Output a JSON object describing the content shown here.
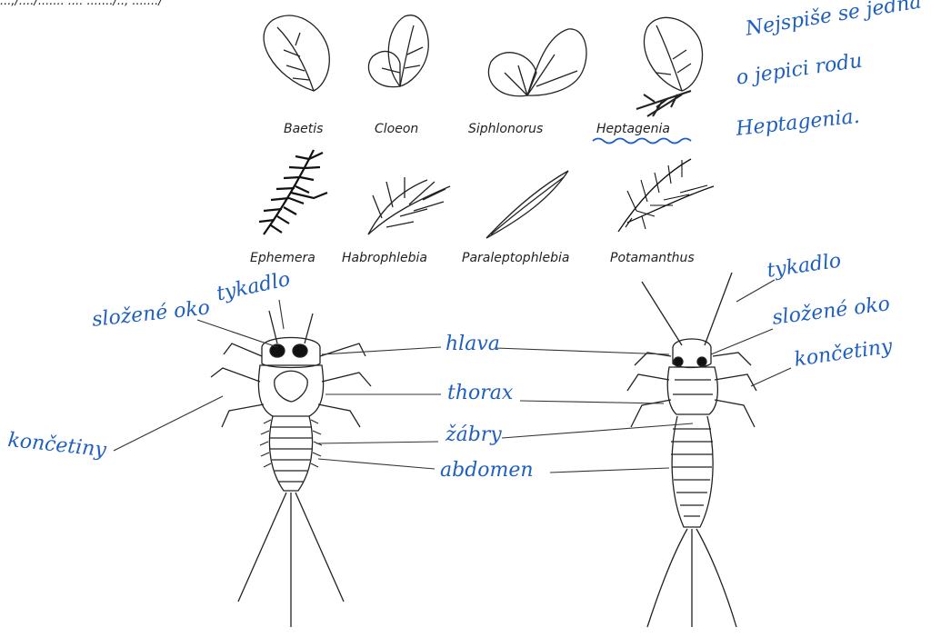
{
  "top_caption": "...,/..../....... .... ......./.., ......./",
  "note": {
    "line1": "Nejspiše se jedná",
    "line2": "o jepici rodu",
    "line3": "Heptagenia."
  },
  "genera_row1": [
    "Baetis",
    "Cloeon",
    "Siphlonorus",
    "Heptagenia"
  ],
  "genera_row2": [
    "Ephemera",
    "Habrophlebia",
    "Paraleptophlebia",
    "Potamanthus"
  ],
  "labels_left": {
    "tykadlo": "tykadlo",
    "slozene_oko": "složené oko",
    "koncetiny": "končetiny"
  },
  "labels_center": {
    "hlava": "hlava",
    "thorax": "thorax",
    "zabry": "žábry",
    "abdomen": "abdomen"
  },
  "labels_right": {
    "tykadlo": "tykadlo",
    "slozene_oko": "složené oko",
    "koncetiny": "končetiny"
  },
  "colors": {
    "handwriting": "#1f5fbf",
    "ink": "#222222"
  }
}
